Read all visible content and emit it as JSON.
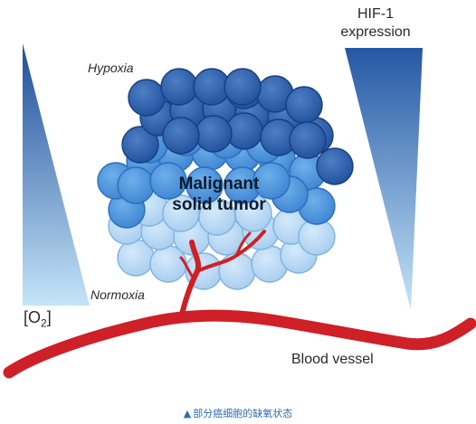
{
  "labels": {
    "hif1": "HIF-1\nexpression",
    "hypoxia": "Hypoxia",
    "normoxia": "Normoxia",
    "o2_left": "[O",
    "o2_sub": "2",
    "o2_right": "]",
    "tumor": "Malignant\nsolid tumor",
    "blood_vessel": "Blood vessel"
  },
  "caption": {
    "marker": "▲",
    "text": "部分癌细胞的缺氧状态"
  },
  "colors": {
    "hypoxia_cells": "#2a5ea8",
    "mid_cells": "#4d90d8",
    "normoxia_cells": "#b6d8f3",
    "vessel": "#cf1f27",
    "gradient_dark": "#1e4d9a",
    "gradient_light": "#bfe0f6",
    "caption": "#2d6db3"
  }
}
